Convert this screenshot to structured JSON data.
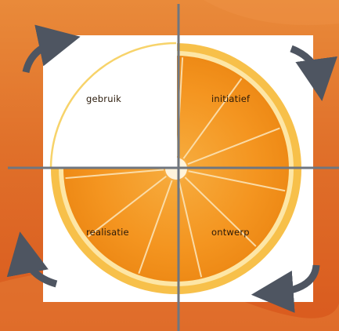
{
  "quadrants": {
    "top_left": "gebruik",
    "top_right": "initiatief",
    "bottom_left": "realisatie",
    "bottom_right": "ontwerp"
  },
  "colors": {
    "background": "#e06d24",
    "orange": "#f29a26",
    "rind": "#f6b73c",
    "white_panel": "#ffffff",
    "axis": "#6f7680",
    "arrow": "#4e5561"
  },
  "icons": [
    "cycle-arrow-icon"
  ]
}
